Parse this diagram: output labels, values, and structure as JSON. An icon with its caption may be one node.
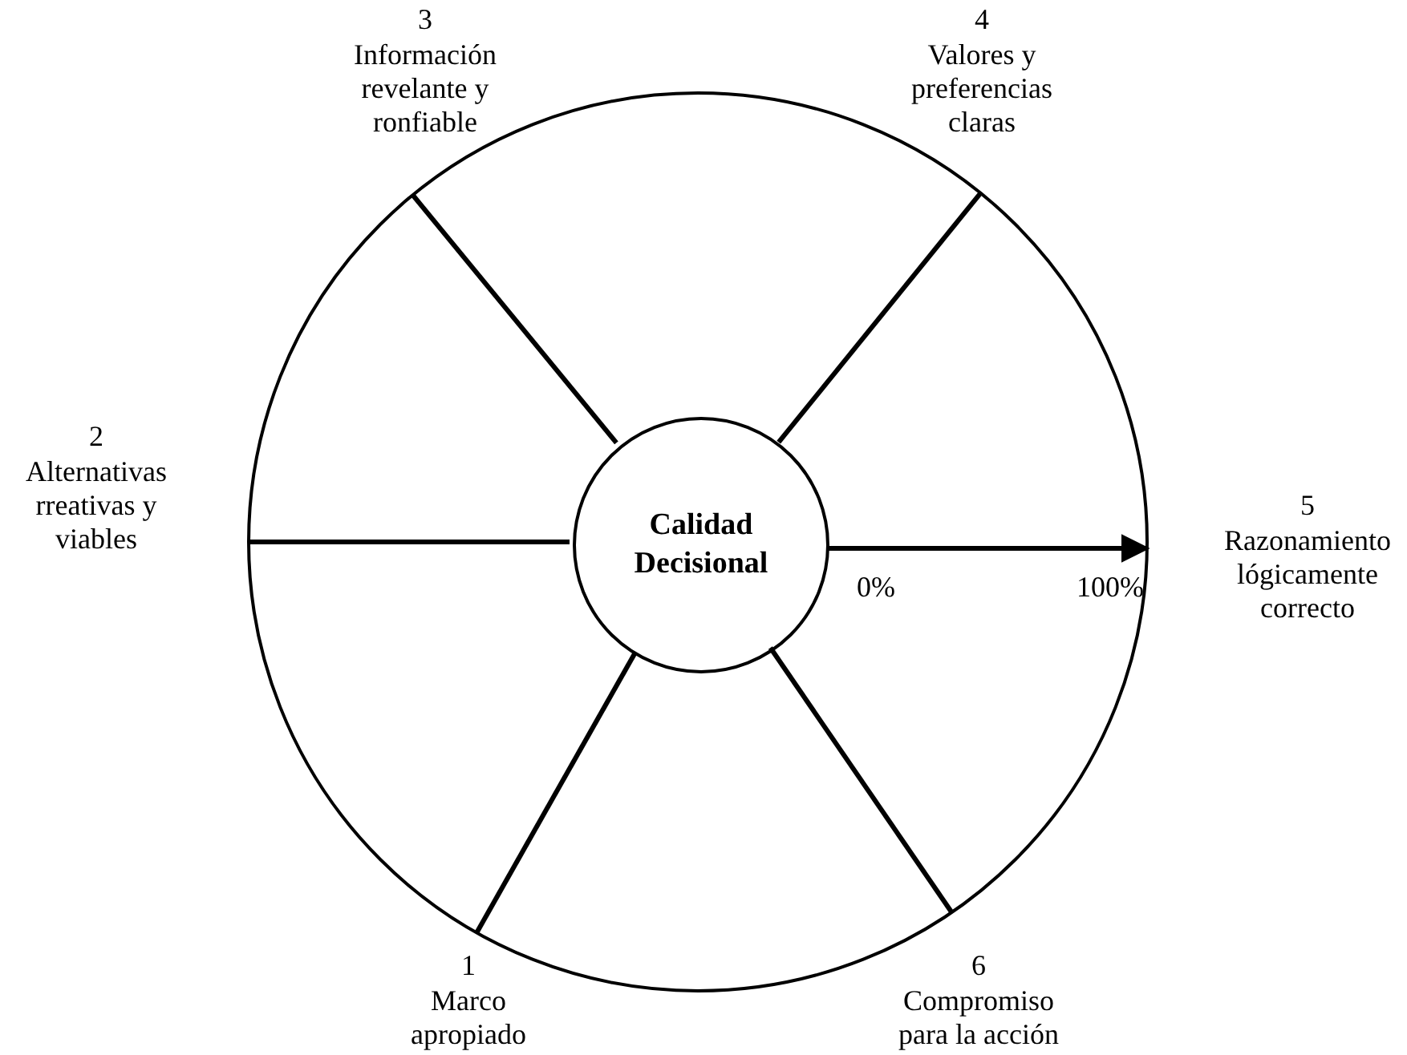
{
  "diagram": {
    "nodes": [
      {
        "text": [],
        "shape": "circle"
      },
      {
        "text": [
          "Calidad Decisional"
        ],
        "in": 0
      }
    ],
    "edges": [
      {
        "from": 1,
        "to": 0,
        "arrow": "to"
      }
    ],
    "labels": [
      "3",
      "Información revelante y ronfiable",
      "4",
      "Valores y preferencias claras",
      "2",
      "Alternativas rreativas y viables",
      "5",
      "Razonamiento lógicamente correcto",
      "0%",
      "100%",
      "1",
      "Marco apropiado",
      "6",
      "Compromiso para la acción"
    ]
  }
}
